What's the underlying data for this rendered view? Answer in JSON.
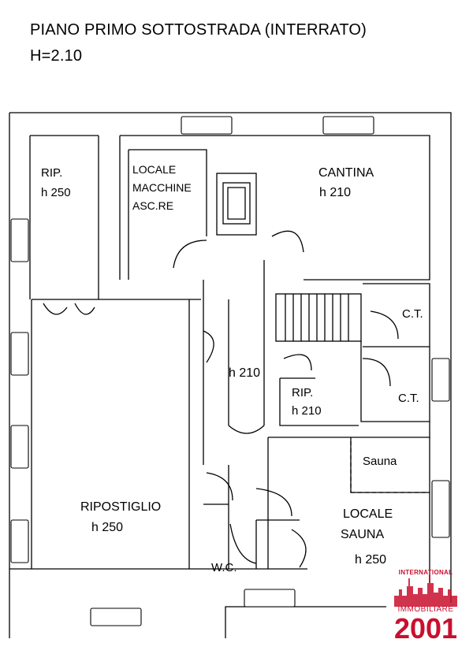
{
  "header": {
    "title": "PIANO PRIMO SOTTOSTRADA (INTERRATO)",
    "height": "H=2.10"
  },
  "rooms": {
    "rip_left": {
      "name": "RIP.",
      "height": "h 250"
    },
    "locale_macchine": {
      "line1": "LOCALE",
      "line2": "MACCHINE",
      "line3": "ASC.RE"
    },
    "cantina": {
      "name": "CANTINA",
      "height": "h 210"
    },
    "ct_top": {
      "name": "C.T."
    },
    "ct_bottom": {
      "name": "C.T."
    },
    "corridor": {
      "height": "h 210"
    },
    "rip_center": {
      "name": "RIP.",
      "height": "h 210"
    },
    "ripostiglio": {
      "name": "RIPOSTIGLIO",
      "height": "h 250"
    },
    "sauna": {
      "name": "Sauna"
    },
    "locale_sauna": {
      "line1": "LOCALE",
      "line2": "SAUNA",
      "height": "h 250"
    },
    "wc": {
      "name": "W.C."
    }
  },
  "logo": {
    "top": "INTERNATIONAL",
    "middle": "IMMOBILIARE",
    "number": "2001",
    "color": "#c8102e"
  }
}
